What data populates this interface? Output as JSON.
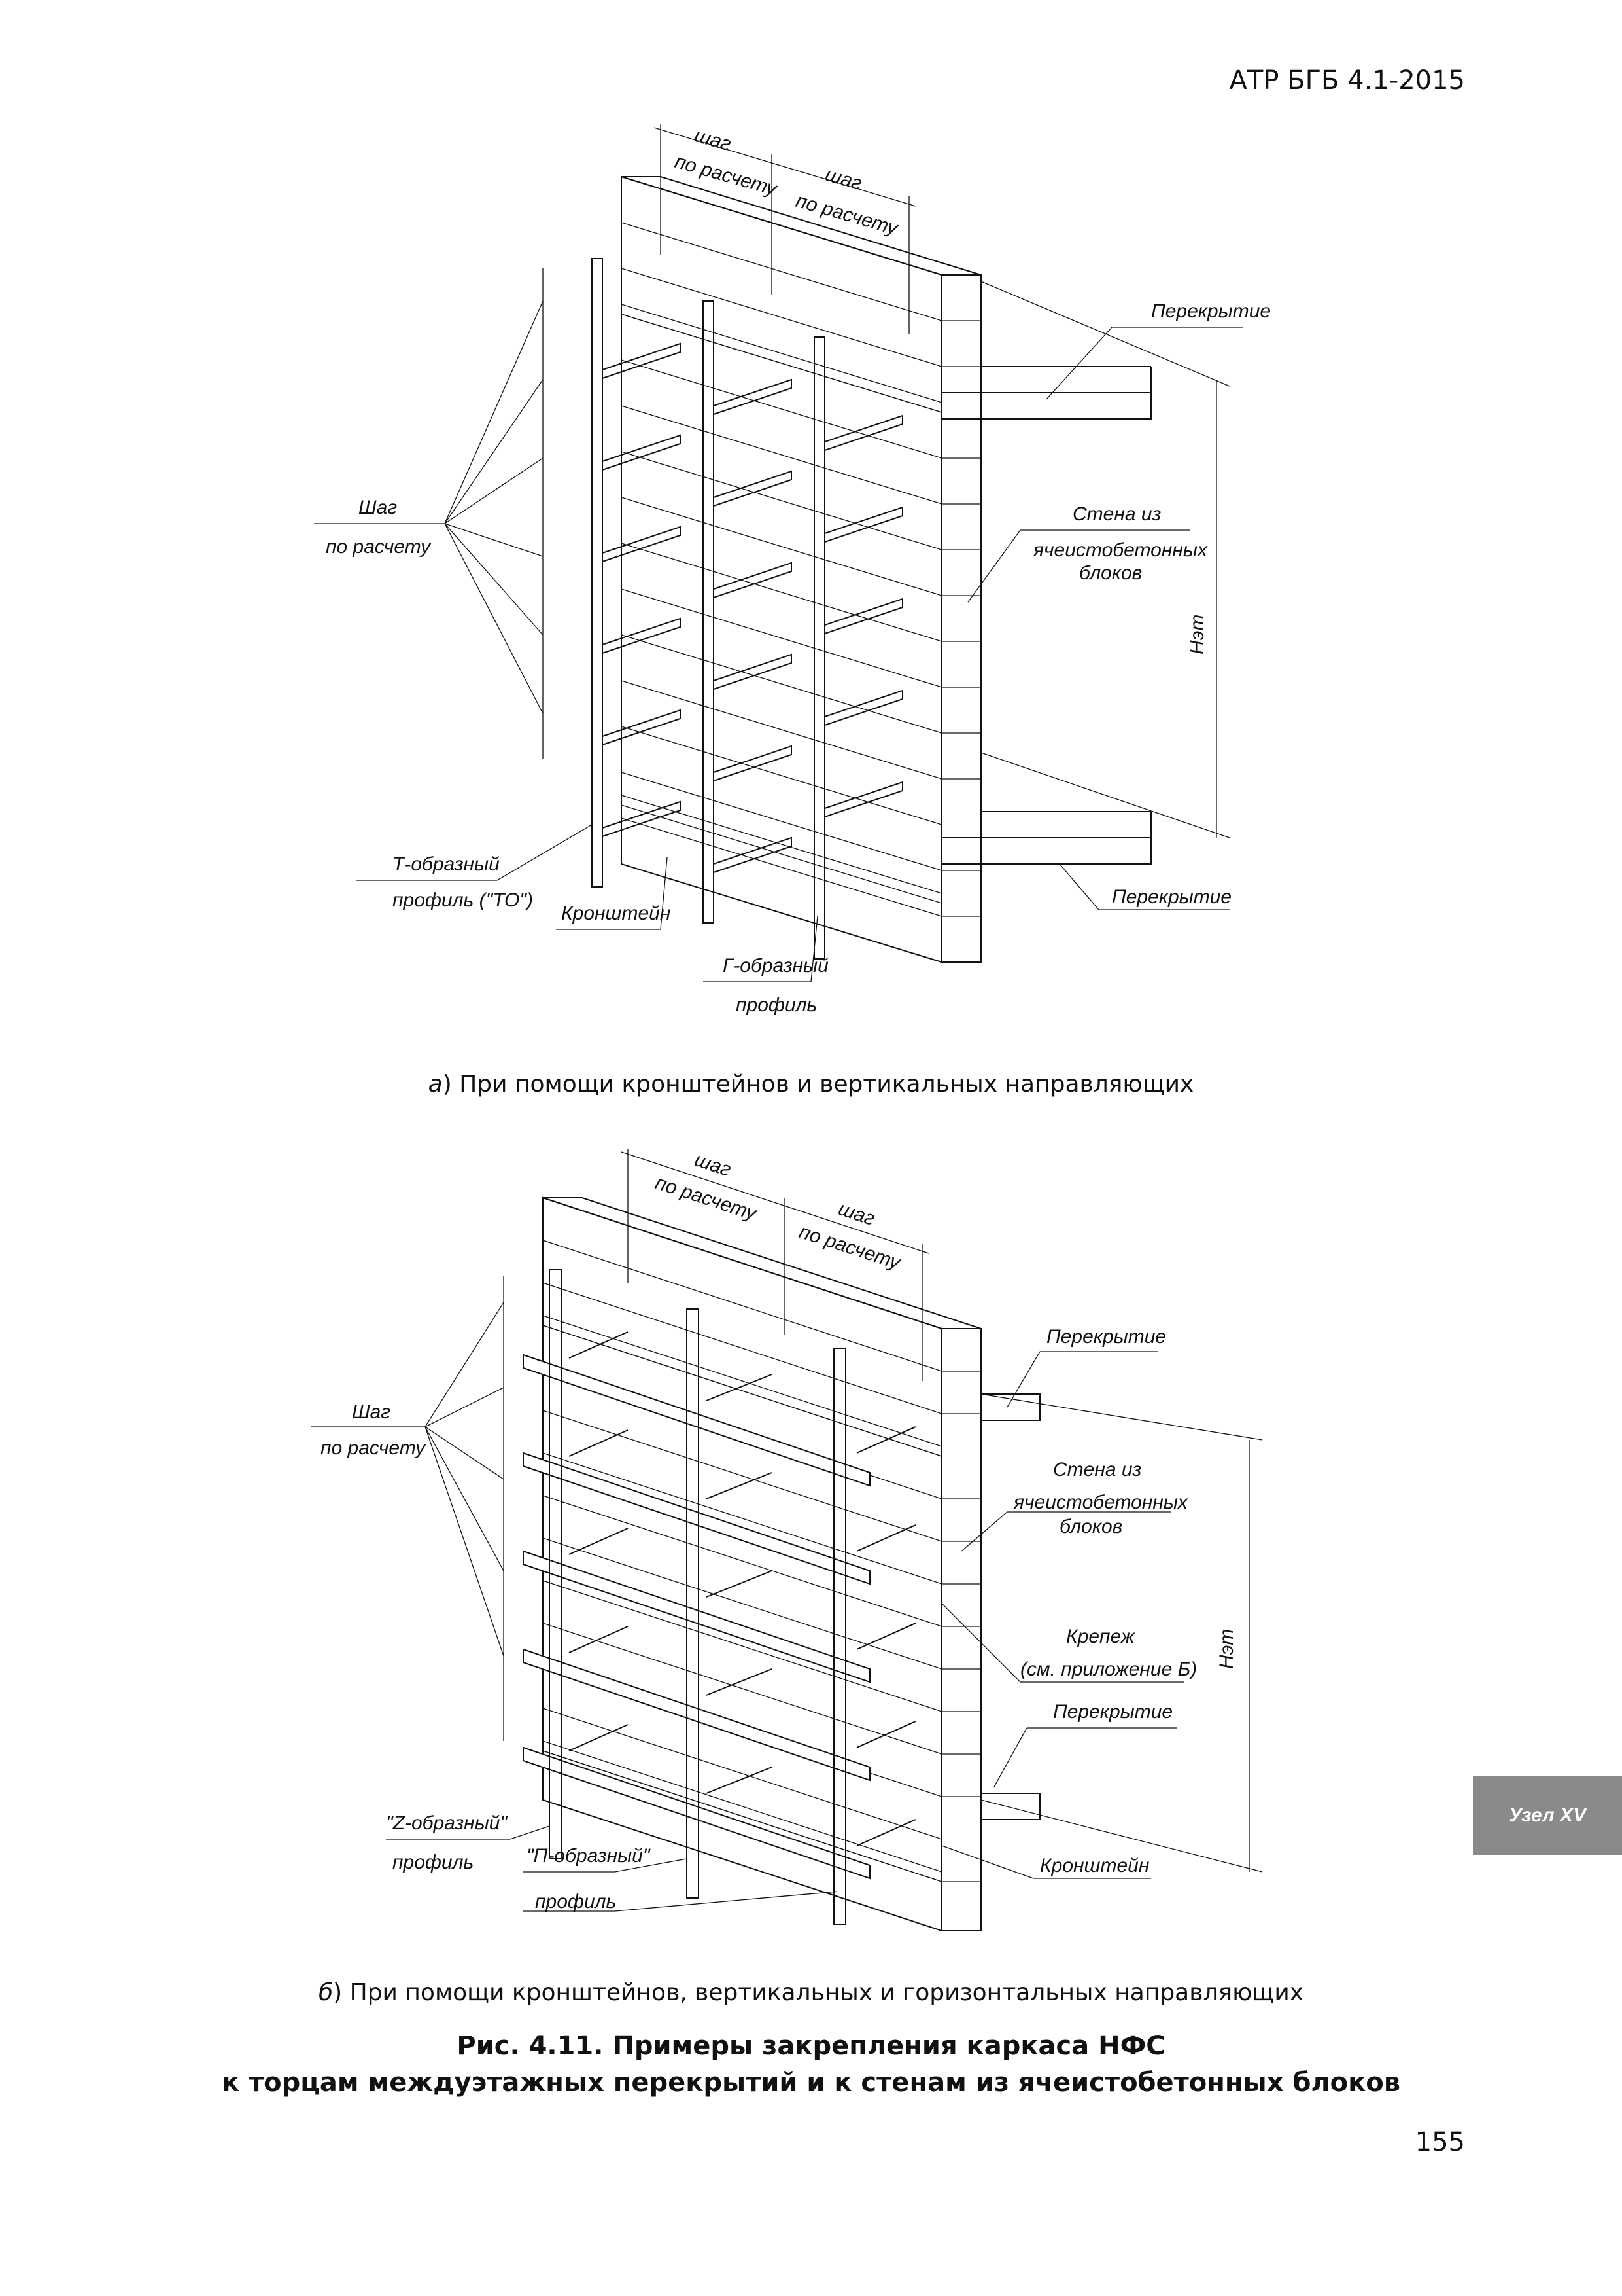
{
  "header": {
    "doc_code": "АТР БГБ 4.1-2015"
  },
  "side_tab": {
    "label": "Узел XV"
  },
  "figure_a": {
    "labels": {
      "step_top_1_line1": "шаг",
      "step_top_1_line2": "по расчету",
      "step_top_2_line1": "шаг",
      "step_top_2_line2": "по расчету",
      "step_left_line1": "Шаг",
      "step_left_line2": "по расчету",
      "slab_top": "Перекрытие",
      "wall_line1": "Стена из",
      "wall_line2": "ячеистобетонных",
      "wall_line3": "блоков",
      "floor_height": "Hэт",
      "slab_bottom": "Перекрытие",
      "t_profile_line1": "Т-образный",
      "t_profile_line2": "профиль (\"ТО\")",
      "bracket": "Кронштейн",
      "g_profile_line1": "Г-образный",
      "g_profile_line2": "профиль"
    },
    "caption_letter": "а",
    "caption_text": ") При помощи кронштейнов и вертикальных направляющих"
  },
  "figure_b": {
    "labels": {
      "step_top_1_line1": "шаг",
      "step_top_1_line2": "по расчету",
      "step_top_2_line1": "шаг",
      "step_top_2_line2": "по расчету",
      "step_left_line1": "Шаг",
      "step_left_line2": "по расчету",
      "slab_top": "Перекрытие",
      "wall_line1": "Стена из",
      "wall_line2": "ячеистобетонных",
      "wall_line3": "блоков",
      "fastener_line1": "Крепеж",
      "fastener_line2": "(см. приложение Б)",
      "floor_height": "Hэт",
      "slab_bottom": "Перекрытие",
      "z_profile_line1": "\"Z-образный\"",
      "z_profile_line2": "профиль",
      "p_profile_line1": "\"П-образный\"",
      "p_profile_line2": "профиль",
      "bracket": "Кронштейн"
    },
    "caption_letter": "б",
    "caption_text": ") При помощи кронштейнов, вертикальных и горизонтальных направляющих"
  },
  "figure_title": {
    "line1": "Рис. 4.11. Примеры закрепления каркаса НФС",
    "line2": "к торцам междуэтажных перекрытий и к стенам из ячеистобетонных блоков"
  },
  "page_number": "155"
}
